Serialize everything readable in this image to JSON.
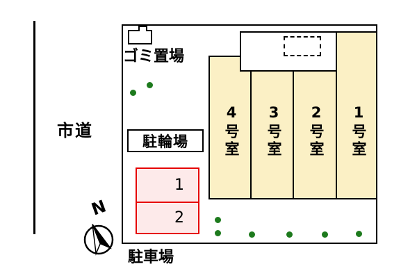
{
  "site_plan": {
    "road_label": "市道",
    "garbage_label": "ゴミ置場",
    "bicycle_label": "駐輪場",
    "parking_label": "駐車場",
    "compass_label": "N",
    "rooms": [
      {
        "label": "4号室"
      },
      {
        "label": "3号室"
      },
      {
        "label": "2号室"
      },
      {
        "label": "1号室"
      }
    ],
    "parking_spaces": [
      {
        "label": "1"
      },
      {
        "label": "2"
      }
    ]
  },
  "colors": {
    "room_fill": "#fbf0c5",
    "parking_fill": "#fdeaea",
    "parking_border": "#e60000",
    "tree_green": "#1d7a1d"
  }
}
